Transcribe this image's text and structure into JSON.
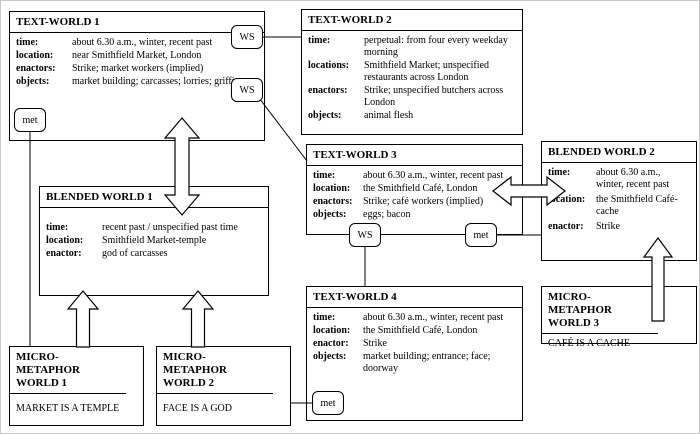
{
  "badges": {
    "ws": "WS",
    "met": "met"
  },
  "colors": {
    "line": "#000000",
    "box_background": "#ffffff",
    "outer_frame": "#c8c8c8"
  },
  "boxes": {
    "tw1": {
      "title": "TEXT-WORLD 1",
      "rows": [
        {
          "label": "time:",
          "value": "about 6.30 a.m., winter, recent past"
        },
        {
          "label": "location:",
          "value": "near Smithfield Market, London"
        },
        {
          "label": "enactors:",
          "value": "Strike; market workers (implied)"
        },
        {
          "label": "objects:",
          "value": "market building; carcasses; lorries; griffin"
        }
      ]
    },
    "tw2": {
      "title": "TEXT-WORLD 2",
      "rows": [
        {
          "label": "time:",
          "value": "perpetual: from four every weekday morning"
        },
        {
          "label": "locations:",
          "value": "Smithfield Market; unspecified restaurants across London"
        },
        {
          "label": "enactors:",
          "value": "Strike; unspecified butchers across London"
        },
        {
          "label": "objects:",
          "value": "animal flesh"
        }
      ]
    },
    "tw3": {
      "title": "TEXT-WORLD 3",
      "rows": [
        {
          "label": "time:",
          "value": "about 6.30 a.m., winter, recent past"
        },
        {
          "label": "location:",
          "value": "the Smithfield Café, London"
        },
        {
          "label": "enactors:",
          "value": "Strike; café workers (implied)"
        },
        {
          "label": "objects:",
          "value": "eggs; bacon"
        }
      ]
    },
    "tw4": {
      "title": "TEXT-WORLD 4",
      "rows": [
        {
          "label": "time:",
          "value": "about 6.30 a.m., winter, recent past"
        },
        {
          "label": "location:",
          "value": "the Smithfield Café, London"
        },
        {
          "label": "enactor:",
          "value": "Strike"
        },
        {
          "label": "objects:",
          "value": "market building; entrance; face; doorway"
        }
      ]
    },
    "bw1": {
      "title": "BLENDED WORLD 1",
      "rows": [
        {
          "label": "time:",
          "value": "recent past / unspecified past time"
        },
        {
          "label": "location:",
          "value": "Smithfield Market-temple"
        },
        {
          "label": "enactor:",
          "value": "god of carcasses"
        }
      ]
    },
    "bw2": {
      "title": "BLENDED WORLD 2",
      "rows": [
        {
          "label": "time:",
          "value": "about 6.30 a.m., winter, recent past"
        },
        {
          "label": "location:",
          "value": "the Smithfield Café-cache"
        },
        {
          "label": "enactor:",
          "value": "Strike"
        }
      ]
    },
    "mmw1": {
      "title": "MICRO-METAPHOR WORLD 1",
      "phrase": "MARKET IS A TEMPLE"
    },
    "mmw2": {
      "title": "MICRO-METAPHOR WORLD 2",
      "phrase": "FACE IS A GOD"
    },
    "mmw3": {
      "title": "MICRO-METAPHOR WORLD 3",
      "phrase": "CAFÉ IS A CACHE"
    }
  }
}
